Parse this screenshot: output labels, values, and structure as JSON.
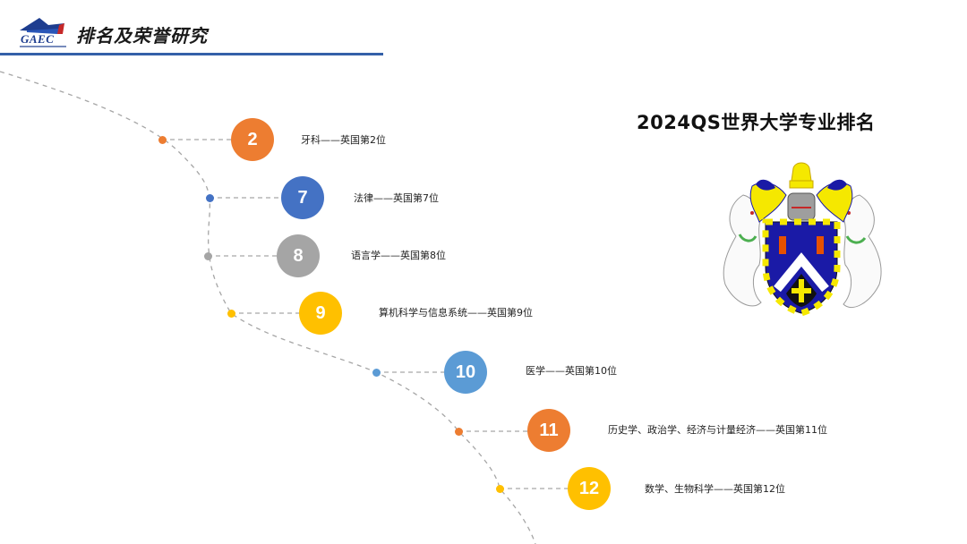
{
  "header": {
    "logo_text": "GAEC",
    "title": "排名及荣誉研究"
  },
  "main": {
    "title": "2024QS世界大学专业排名",
    "crest_icon": "university-coat-of-arms"
  },
  "colors": {
    "orange": "#ed7d31",
    "blue": "#4472c4",
    "gray": "#a5a5a5",
    "yellow": "#ffc000",
    "light_blue": "#5b9bd5",
    "header_rule": "#3460a8",
    "dashed_line": "#a6a6a6"
  },
  "rankings": [
    {
      "rank": "2",
      "label": "牙科——英国第2位",
      "color": "#ed7d31"
    },
    {
      "rank": "7",
      "label": "法律——英国第7位",
      "color": "#4472c4"
    },
    {
      "rank": "8",
      "label": "语言学——英国第8位",
      "color": "#a5a5a5"
    },
    {
      "rank": "9",
      "label": "算机科学与信息系统——英国第9位",
      "color": "#ffc000"
    },
    {
      "rank": "10",
      "label": "医学——英国第10位",
      "color": "#5b9bd5"
    },
    {
      "rank": "11",
      "label": "历史学、政治学、经济与计量经济——英国第11位",
      "color": "#ed7d31"
    },
    {
      "rank": "12",
      "label": "数学、生物科学——英国第12位",
      "color": "#ffc000"
    }
  ]
}
